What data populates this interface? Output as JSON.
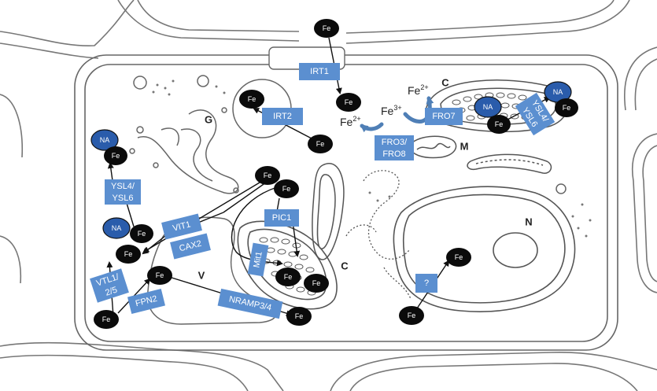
{
  "colors": {
    "transporter": "#5b8fd0",
    "transporter_text": "#ffffff",
    "iron": "#0b0b0b",
    "nicotianamine": "#2a5cab",
    "outline": "#555555",
    "arrow": "#111111",
    "reductase_arrow": "#4f7fb6"
  },
  "labels": {
    "fe": "Fe",
    "na": "NA",
    "fe2": "Fe",
    "fe2_charge": "2+",
    "fe2_right": "Fe",
    "fe2_right_charge": "2+",
    "fe3": "Fe",
    "fe3_charge": "3+"
  },
  "organelles": {
    "golgi": "G",
    "chloroplast_top": "C",
    "mitochondrion": "M",
    "nucleus": "N",
    "vacuole": "V",
    "chloroplast_bottom": "C"
  },
  "transporters": {
    "irt1": "IRT1",
    "irt2": "IRT2",
    "fro7": "FRO7",
    "fro3_line1": "FRO3/",
    "fro3_line2": "FRO8",
    "ysl4_right_line1": "YSL4/",
    "ysl4_right_line2": "YSL6",
    "ysl4_left_line1": "YSL4/",
    "ysl4_left_line2": "YSL6",
    "vit1": "VIT1",
    "cax2": "CAX2",
    "pic1": "PIC1",
    "mit1": "Mit1",
    "vtl1_line1": "VTL1/",
    "vtl1_line2": "2/5",
    "fpn2": "FPN2",
    "nramp": "NRAMP3/4",
    "unknown": "?"
  }
}
